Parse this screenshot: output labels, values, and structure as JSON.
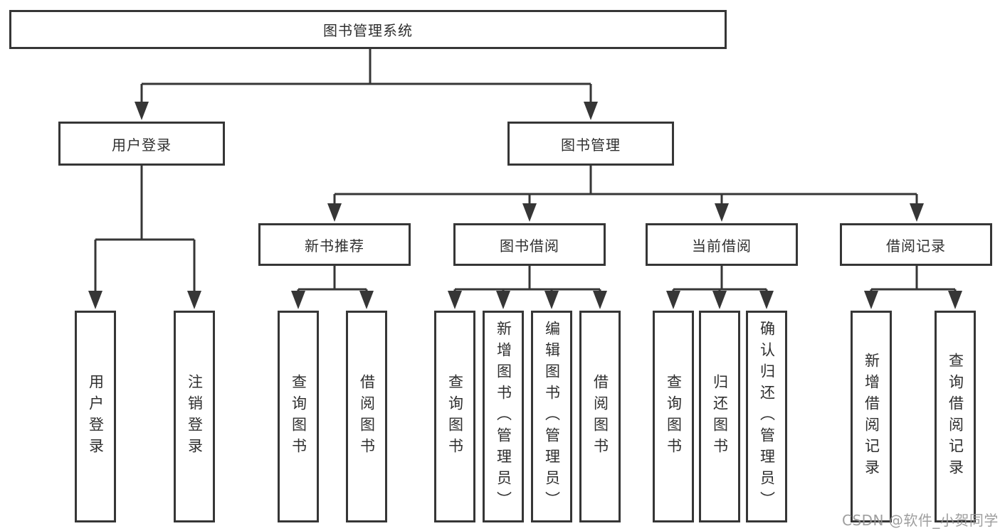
{
  "colors": {
    "background": "#ffffff",
    "line": "#363636",
    "box_border": "#363636",
    "text": "#2f2f2f",
    "watermark": "#949494"
  },
  "watermark": {
    "text": "CSDN @软件_小贺同学"
  },
  "tree": {
    "root": {
      "label": "图书管理系统"
    },
    "user_login": {
      "label": "用户登录",
      "children": [
        "用户登录",
        "注销登录"
      ]
    },
    "book_mgmt": {
      "label": "图书管理",
      "groups": [
        {
          "label": "新书推荐",
          "children": [
            "查询图书",
            "借阅图书"
          ]
        },
        {
          "label": "图书借阅",
          "children": [
            "查询图书",
            "新增图书（管理员）",
            "编辑图书（管理员）",
            "借阅图书"
          ]
        },
        {
          "label": "当前借阅",
          "children": [
            "查询图书",
            "归还图书",
            "确认归还（管理员）"
          ]
        },
        {
          "label": "借阅记录",
          "children": [
            "新增借阅记录",
            "查询借阅记录"
          ]
        }
      ]
    }
  }
}
